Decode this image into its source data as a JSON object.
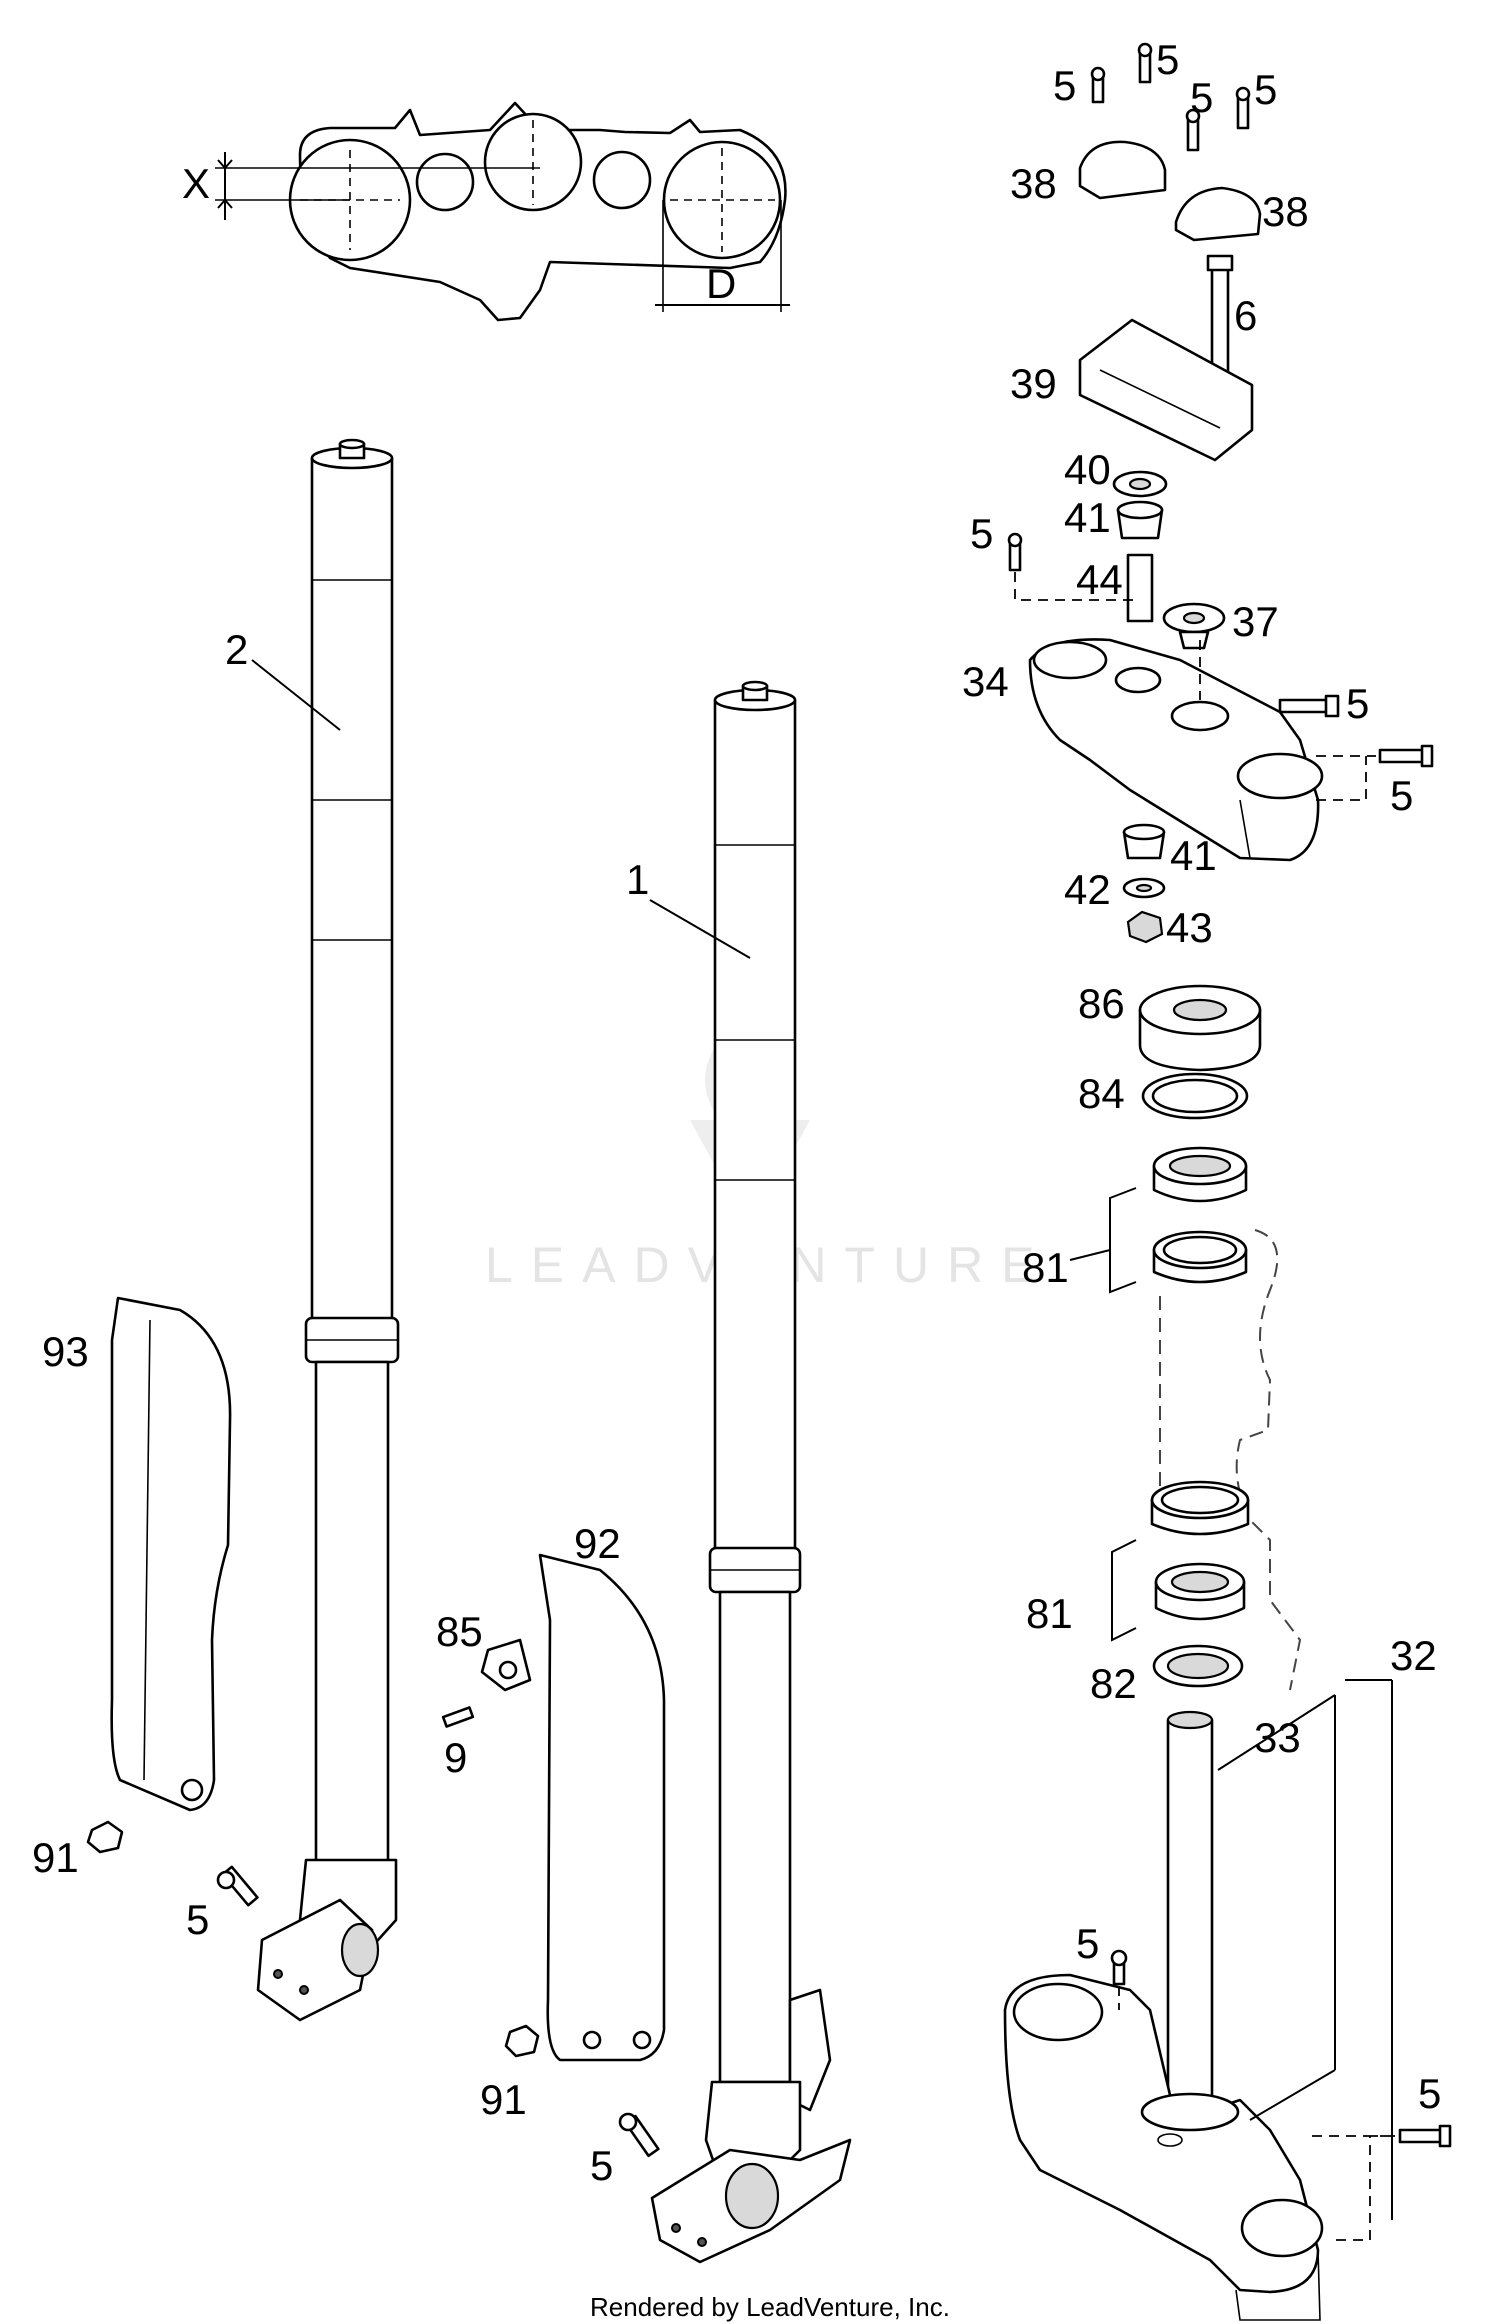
{
  "labels": {
    "x": "X",
    "d": "D",
    "p5a": "5",
    "p5b": "5",
    "p5c": "5",
    "p5d": "5",
    "p38a": "38",
    "p38b": "38",
    "p6": "6",
    "p39": "39",
    "p40": "40",
    "p41a": "41",
    "p5e": "5",
    "p44": "44",
    "p37": "37",
    "p34": "34",
    "p5f": "5",
    "p5g": "5",
    "p41b": "41",
    "p42": "42",
    "p43": "43",
    "p86": "86",
    "p84": "84",
    "p81a": "81",
    "p81b": "81",
    "p82": "82",
    "p32": "32",
    "p33": "33",
    "p5h": "5",
    "p5i": "5",
    "p2": "2",
    "p1": "1",
    "p93": "93",
    "p92": "92",
    "p85": "85",
    "p9": "9",
    "p91a": "91",
    "p91b": "91",
    "p5j": "5",
    "p5k": "5"
  },
  "watermark": "LEADVENTURE",
  "credit": "Rendered by LeadVenture, Inc."
}
